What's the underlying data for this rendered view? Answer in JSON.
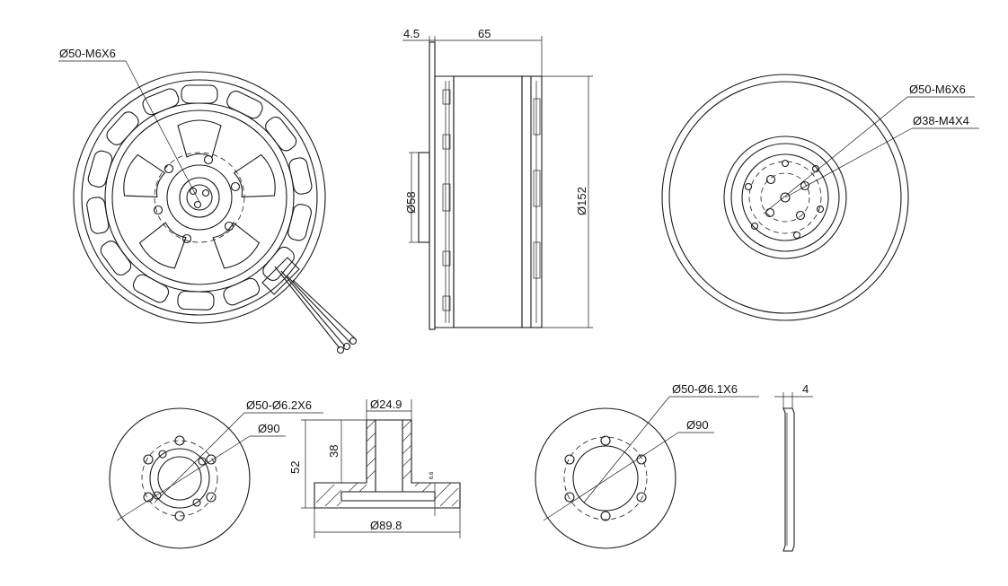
{
  "views": {
    "motor_bottom": {
      "hole_label": "Ø50-M6X6"
    },
    "motor_side": {
      "dim_flange": "4.5",
      "dim_length": "65",
      "dim_bore": "Ø58",
      "dim_outer": "Ø152"
    },
    "motor_top": {
      "hole_label_1": "Ø50-M6X6",
      "hole_label_2": "Ø38-M4X4"
    },
    "adapter_top": {
      "hole_label": "Ø50-Ø6.2X6",
      "dia_label": "Ø90"
    },
    "adapter_section": {
      "dim_tube": "Ø24.9",
      "dim_tube_height": "38",
      "dim_total_height": "52",
      "dim_base_thickness": "6.6",
      "dim_base_dia": "Ø89.8"
    },
    "plate_top": {
      "hole_label": "Ø50-Ø6.1X6",
      "dia_label": "Ø90"
    },
    "plate_side": {
      "dim_thickness": "4"
    }
  },
  "colors": {
    "line": "#1a1a1a",
    "text": "#111111",
    "background": "#ffffff"
  }
}
